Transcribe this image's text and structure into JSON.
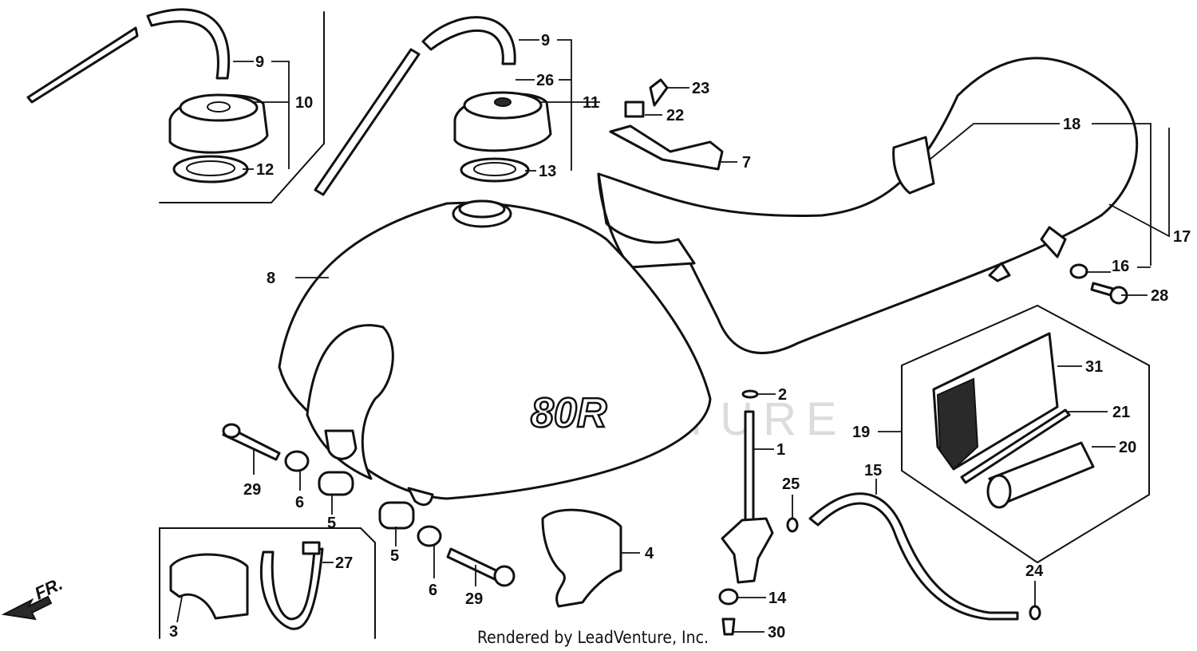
{
  "watermark": "LEADVENTURE",
  "credit": "Rendered by LeadVenture, Inc.",
  "tank_decal": "80R",
  "front_marker": "FR.",
  "callouts": [
    "1",
    "2",
    "3",
    "4",
    "5",
    "5",
    "6",
    "6",
    "7",
    "8",
    "9",
    "9",
    "10",
    "11",
    "12",
    "13",
    "14",
    "15",
    "16",
    "17",
    "18",
    "19",
    "20",
    "21",
    "22",
    "23",
    "24",
    "25",
    "26",
    "27",
    "28",
    "29",
    "29",
    "30",
    "31"
  ],
  "colors": {
    "ink": "#111111",
    "background": "#ffffff",
    "watermark": "#dcdcdc"
  }
}
